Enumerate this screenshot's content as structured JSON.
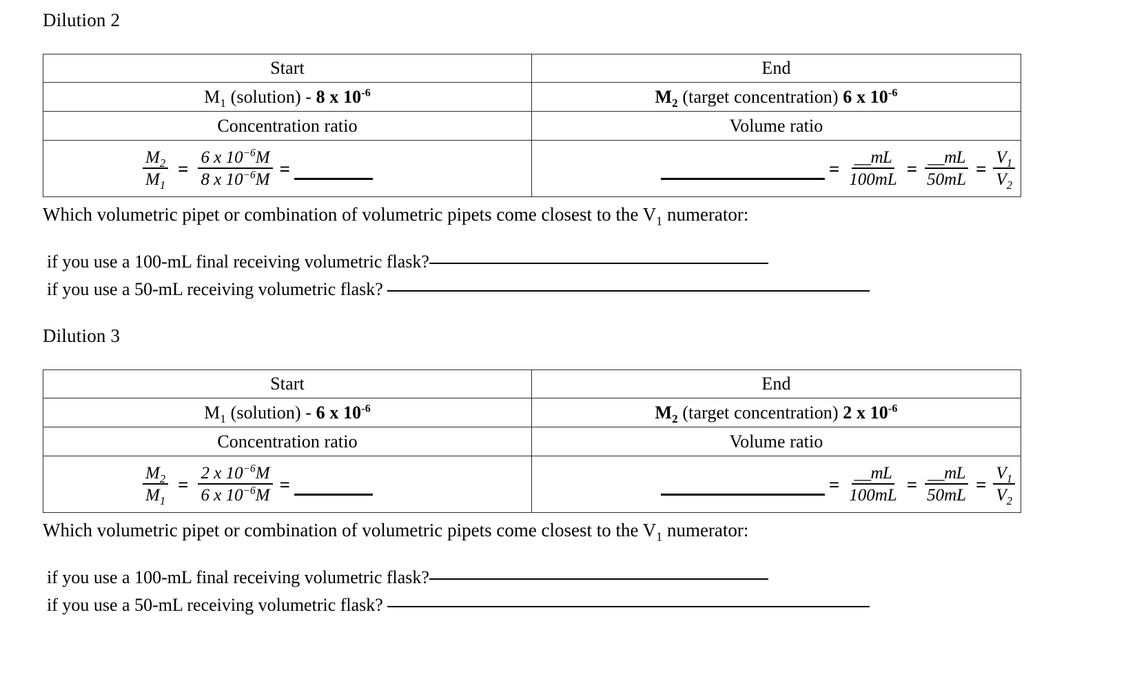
{
  "document": {
    "sections": [
      {
        "heading": "Dilution 2",
        "table": {
          "headers": {
            "start": "Start",
            "end": "End"
          },
          "row_concentration": {
            "start_label_prefix": "M",
            "start_label_sub": "1",
            "start_label_text": " (solution) - ",
            "start_value": "8 x 10",
            "start_exp": "-6",
            "end_label_prefix": "M",
            "end_label_sub": "2",
            "end_label_text": " (target concentration)  ",
            "end_value": "6 x 10",
            "end_exp": "-6"
          },
          "row_ratio_labels": {
            "start": "Concentration ratio",
            "end": "Volume ratio"
          },
          "row_formula": {
            "left": {
              "frac1_num": "M",
              "frac1_num_sub": "2",
              "frac1_den": "M",
              "frac1_den_sub": "1",
              "equals_1": "=",
              "frac2_num": "6 x 10",
              "frac2_num_exp": "−6",
              "frac2_num_unit": "M",
              "frac2_den": "8 x 10",
              "frac2_den_exp": "−6",
              "frac2_den_unit": "M",
              "equals_2": "=",
              "blank": ""
            },
            "right": {
              "blank_left": "",
              "equals_1": "=",
              "frac1_num": "__mL",
              "frac1_den": "100mL",
              "equals_2": "=",
              "frac2_num": "__mL",
              "frac2_den": "50mL",
              "equals_3": "=",
              "frac3_num": "V",
              "frac3_num_sub": "1",
              "frac3_den": "V",
              "frac3_den_sub": "2"
            }
          }
        },
        "question": {
          "text_before": "Which volumetric pipet or combination of volumetric pipets come closest to the V",
          "sub": "1",
          "text_after": " numerator:"
        },
        "subquestions": [
          {
            "text": "if you use a 100-mL final receiving volumetric flask?",
            "underline": "ul-a"
          },
          {
            "text": "if you use  a 50-mL receiving volumetric flask? ",
            "underline": "ul-b"
          }
        ]
      },
      {
        "heading": "Dilution 3",
        "table": {
          "headers": {
            "start": "Start",
            "end": "End"
          },
          "row_concentration": {
            "start_label_prefix": "M",
            "start_label_sub": "1",
            "start_label_text": " (solution) - ",
            "start_value": "6 x 10",
            "start_exp": "-6",
            "end_label_prefix": "M",
            "end_label_sub": "2",
            "end_label_text": " (target concentration)  ",
            "end_value": "2 x 10",
            "end_exp": "-6"
          },
          "row_ratio_labels": {
            "start": "Concentration ratio",
            "end": "Volume ratio"
          },
          "row_formula": {
            "left": {
              "frac1_num": "M",
              "frac1_num_sub": "2",
              "frac1_den": "M",
              "frac1_den_sub": "1",
              "equals_1": "=",
              "frac2_num": "2 x 10",
              "frac2_num_exp": "−6",
              "frac2_num_unit": "M",
              "frac2_den": "6 x 10",
              "frac2_den_exp": "−6",
              "frac2_den_unit": "M",
              "equals_2": "=",
              "blank": ""
            },
            "right": {
              "blank_left": "",
              "equals_1": "=",
              "frac1_num": "__mL",
              "frac1_den": "100mL",
              "equals_2": "=",
              "frac2_num": "__mL",
              "frac2_den": "50mL",
              "equals_3": "=",
              "frac3_num": "V",
              "frac3_num_sub": "1",
              "frac3_den": "V",
              "frac3_den_sub": "2"
            }
          }
        },
        "question": {
          "text_before": "Which volumetric pipet or combination of volumetric pipets come closest to the V",
          "sub": "1",
          "text_after": " numerator:"
        },
        "subquestions": [
          {
            "text": "if you use a 100-mL final receiving volumetric flask?",
            "underline": "ul-a"
          },
          {
            "text": "if you use  a 50-mL receiving volumetric flask? ",
            "underline": "ul-b"
          }
        ]
      }
    ]
  },
  "colors": {
    "text": "#000000",
    "border": "#2c2c2c",
    "background": "#ffffff"
  }
}
